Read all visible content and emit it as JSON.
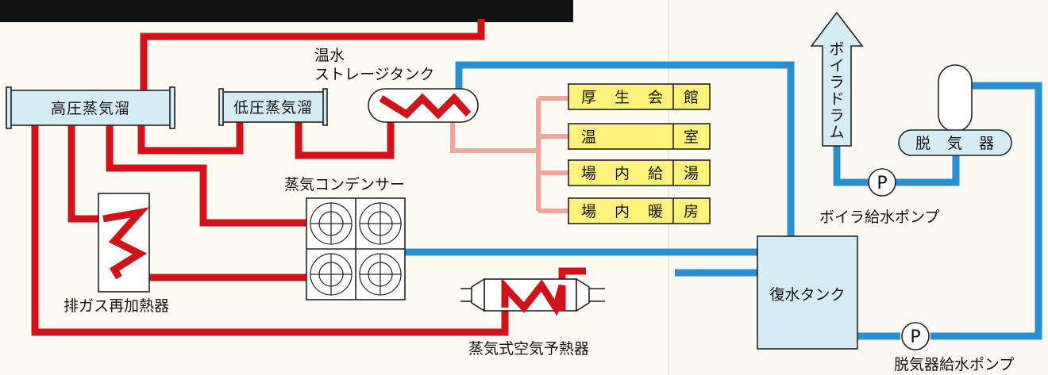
{
  "labels": {
    "hp_header": "高圧蒸気溜",
    "lp_header": "低圧蒸気溜",
    "hw_tank_line1": "温水",
    "hw_tank_line2": "ストレージタンク",
    "condenser": "蒸気コンデンサー",
    "reheater": "排ガス再加熱器",
    "air_preheater": "蒸気式空気予熱器",
    "condensate_tank": "復水タンク",
    "boiler_drum": "ボイラドラム",
    "deaerator": "脱　気　器",
    "boiler_pump": "ボイラ給水ポンプ",
    "deaerator_pump": "脱気器給水ポンプ",
    "pump_symbol": "P"
  },
  "consumers": [
    [
      "厚",
      "生",
      "会",
      "館"
    ],
    [
      "温",
      "",
      "",
      "室"
    ],
    [
      "場",
      "内",
      "給",
      "湯"
    ],
    [
      "場",
      "内",
      "暖",
      "房"
    ]
  ],
  "colors": {
    "steam_pipe": "#d0121b",
    "water_pipe": "#2b8fcf",
    "hot_water_pipe": "#f2a59a",
    "equipment_fill": "#d6ecf5",
    "consumer_fill": "#fff27a",
    "header_bar": "#111111"
  }
}
